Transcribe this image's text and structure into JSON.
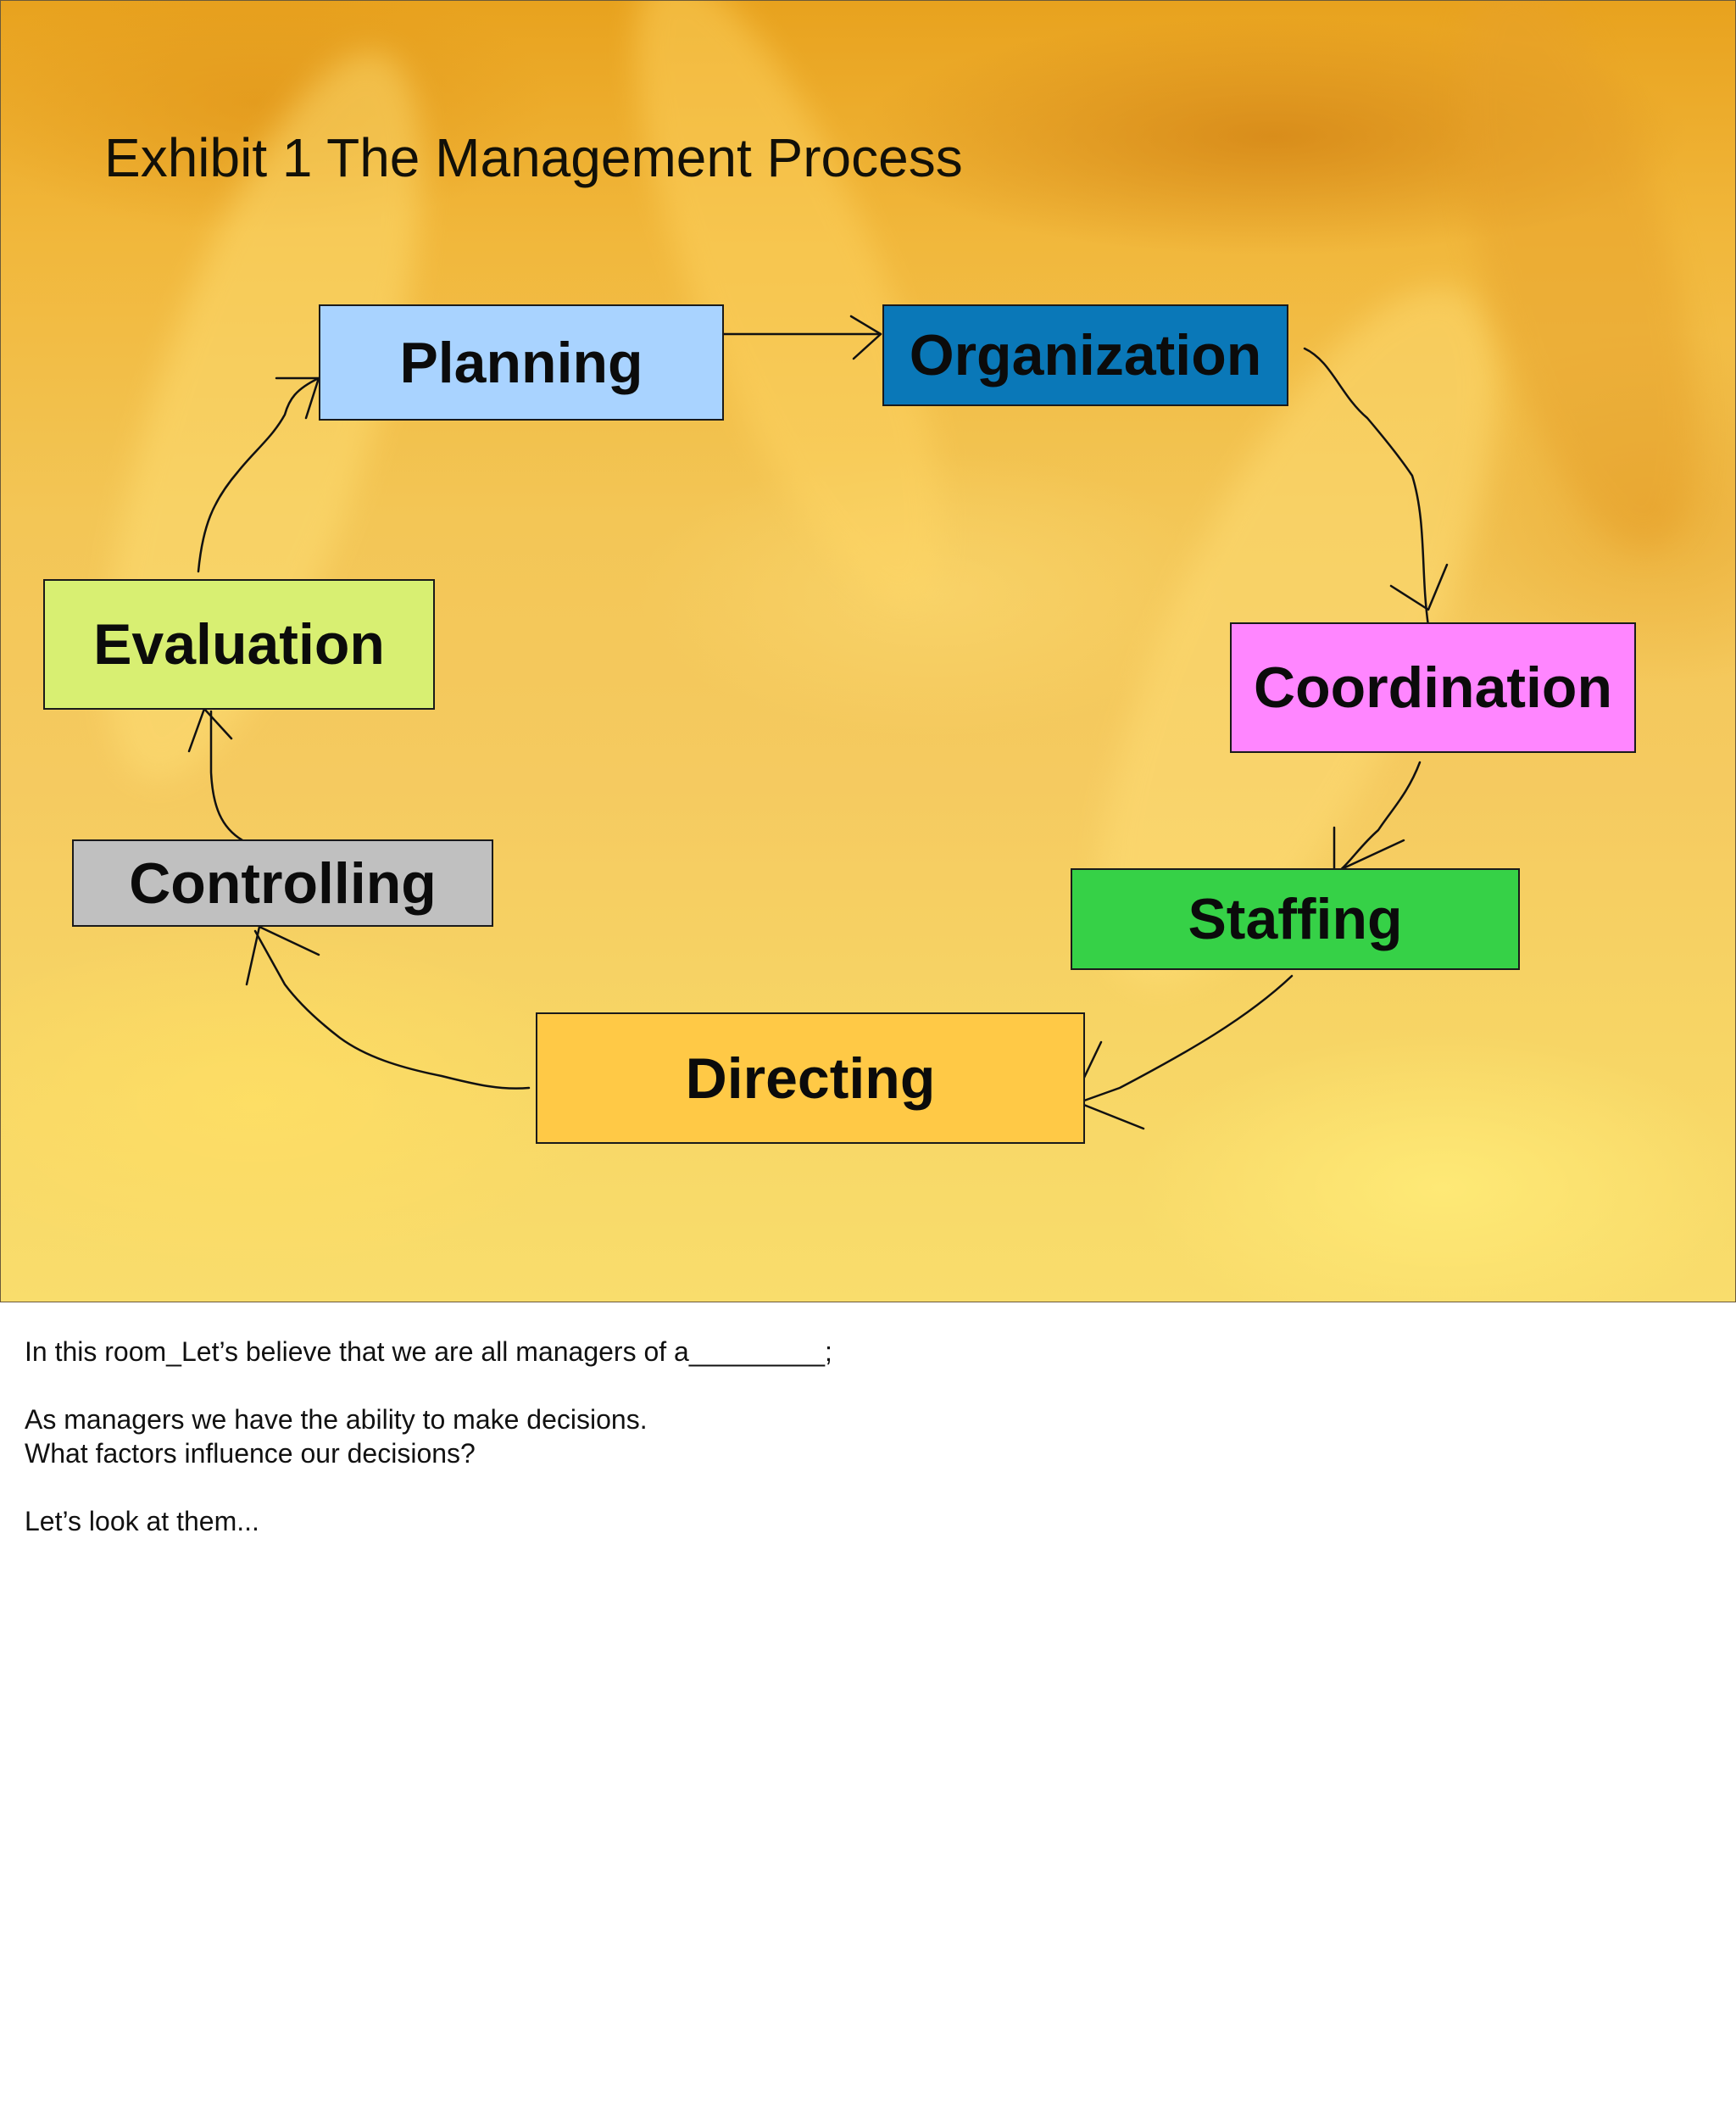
{
  "slide": {
    "title": "Exhibit 1 The Management Process"
  },
  "diagram": {
    "nodes": [
      {
        "id": "planning",
        "label": "Planning",
        "color": "#a9d3ff"
      },
      {
        "id": "organization",
        "label": "Organization",
        "color": "#0a78b8"
      },
      {
        "id": "coordination",
        "label": "Coordination",
        "color": "#ff86ff"
      },
      {
        "id": "staffing",
        "label": "Staffing",
        "color": "#36d147"
      },
      {
        "id": "directing",
        "label": "Directing",
        "color": "#ffc946"
      },
      {
        "id": "controlling",
        "label": "Controlling",
        "color": "#c0c0c0"
      },
      {
        "id": "evaluation",
        "label": "Evaluation",
        "color": "#d8ef72"
      }
    ],
    "edges": [
      {
        "from": "planning",
        "to": "organization"
      },
      {
        "from": "organization",
        "to": "coordination"
      },
      {
        "from": "coordination",
        "to": "staffing"
      },
      {
        "from": "staffing",
        "to": "directing"
      },
      {
        "from": "directing",
        "to": "controlling"
      },
      {
        "from": "controlling",
        "to": "evaluation"
      },
      {
        "from": "evaluation",
        "to": "planning"
      }
    ]
  },
  "notes": {
    "line1": "In this room_Let’s believe that we are all managers of a_________;",
    "line2": "As managers we have the ability to make decisions.",
    "line3": "What factors influence our decisions?",
    "line4": "Let’s look at them..."
  }
}
